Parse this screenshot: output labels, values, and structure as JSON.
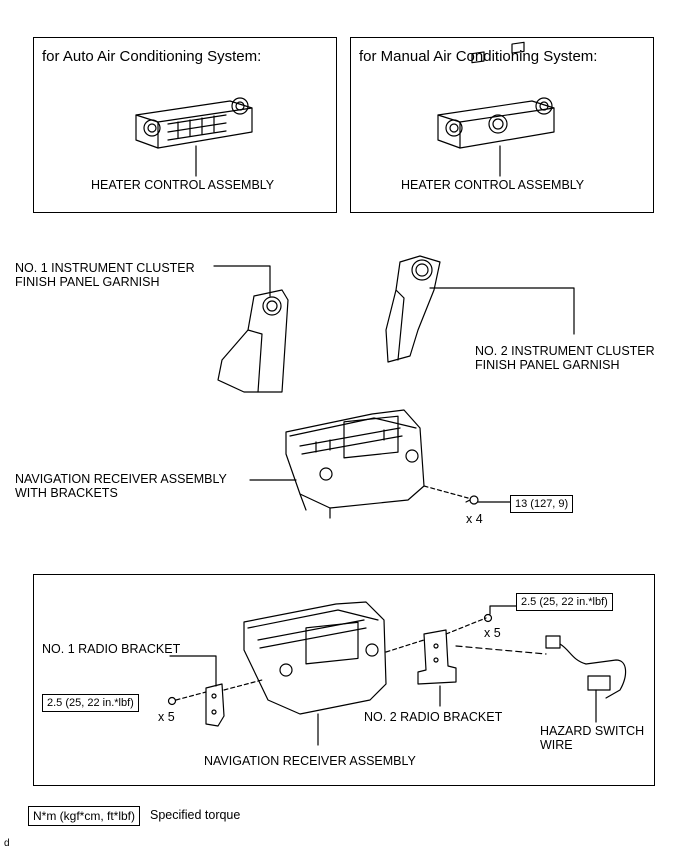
{
  "panels": {
    "auto": {
      "title": "for Auto Air Conditioning System:",
      "part": "HEATER CONTROL ASSEMBLY"
    },
    "manual": {
      "title": "for Manual Air Conditioning System:",
      "part": "HEATER CONTROL ASSEMBLY"
    }
  },
  "labels": {
    "garnish1_l1": "NO. 1 INSTRUMENT CLUSTER",
    "garnish1_l2": "FINISH PANEL GARNISH",
    "garnish2_l1": "NO. 2 INSTRUMENT CLUSTER",
    "garnish2_l2": "FINISH PANEL GARNISH",
    "nav_brackets_l1": "NAVIGATION RECEIVER ASSEMBLY",
    "nav_brackets_l2": "WITH BRACKETS",
    "radio_bracket1": "NO. 1 RADIO BRACKET",
    "radio_bracket2": "NO. 2 RADIO BRACKET",
    "nav_assembly": "NAVIGATION RECEIVER ASSEMBLY",
    "hazard_l1": "HAZARD SWITCH",
    "hazard_l2": "WIRE"
  },
  "torques": {
    "nav_bolt": "13 (127, 9)",
    "bracket_right": "2.5 (25, 22 in.*lbf)",
    "bracket_left": "2.5 (25, 22 in.*lbf)"
  },
  "quantities": {
    "nav_bolts": "x 4",
    "bracket_right_screws": "x 5",
    "bracket_left_screws": "x 5"
  },
  "legend": {
    "symbol": "N*m (kgf*cm, ft*lbf)",
    "text": "Specified torque"
  },
  "corner_mark": "d"
}
